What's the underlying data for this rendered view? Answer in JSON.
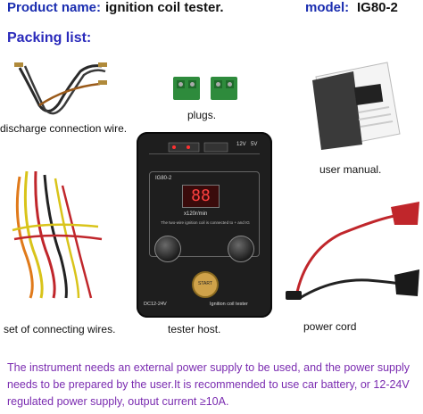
{
  "header": {
    "product_label": "Product name:",
    "product_value": "ignition coil tester.",
    "model_label": "model:",
    "model_value": "IG80-2"
  },
  "packing_title": "Packing list:",
  "items": {
    "discharge_wire": "discharge connection wire.",
    "plugs": "plugs.",
    "user_manual": "user manual.",
    "connecting_wires": "set of connecting wires.",
    "tester_host": "tester host.",
    "power_cord": "power cord"
  },
  "device": {
    "model": "IG80-2",
    "display": "88",
    "freq_unit": "x120r/min",
    "en_note": "The two-wire ignition coil is connected to + and IG",
    "start_label": "START",
    "power_label": "DC12-24V",
    "name_label": "Ignition coil tester",
    "volt_12": "12V",
    "volt_5": "5V"
  },
  "footer": {
    "line1": "The instrument needs an external power supply to be used, and the power supply",
    "line2": "needs to be prepared by the user.It is recommended to use car battery, or 12-24V",
    "line3": "regulated power supply, output current ≥10A."
  },
  "colors": {
    "header_label": "#1a2db0",
    "packing_title": "#2a2abb",
    "footer_text": "#7a2bb0",
    "plug_green": "#2e8b3c",
    "clip_red": "#c0262b"
  }
}
